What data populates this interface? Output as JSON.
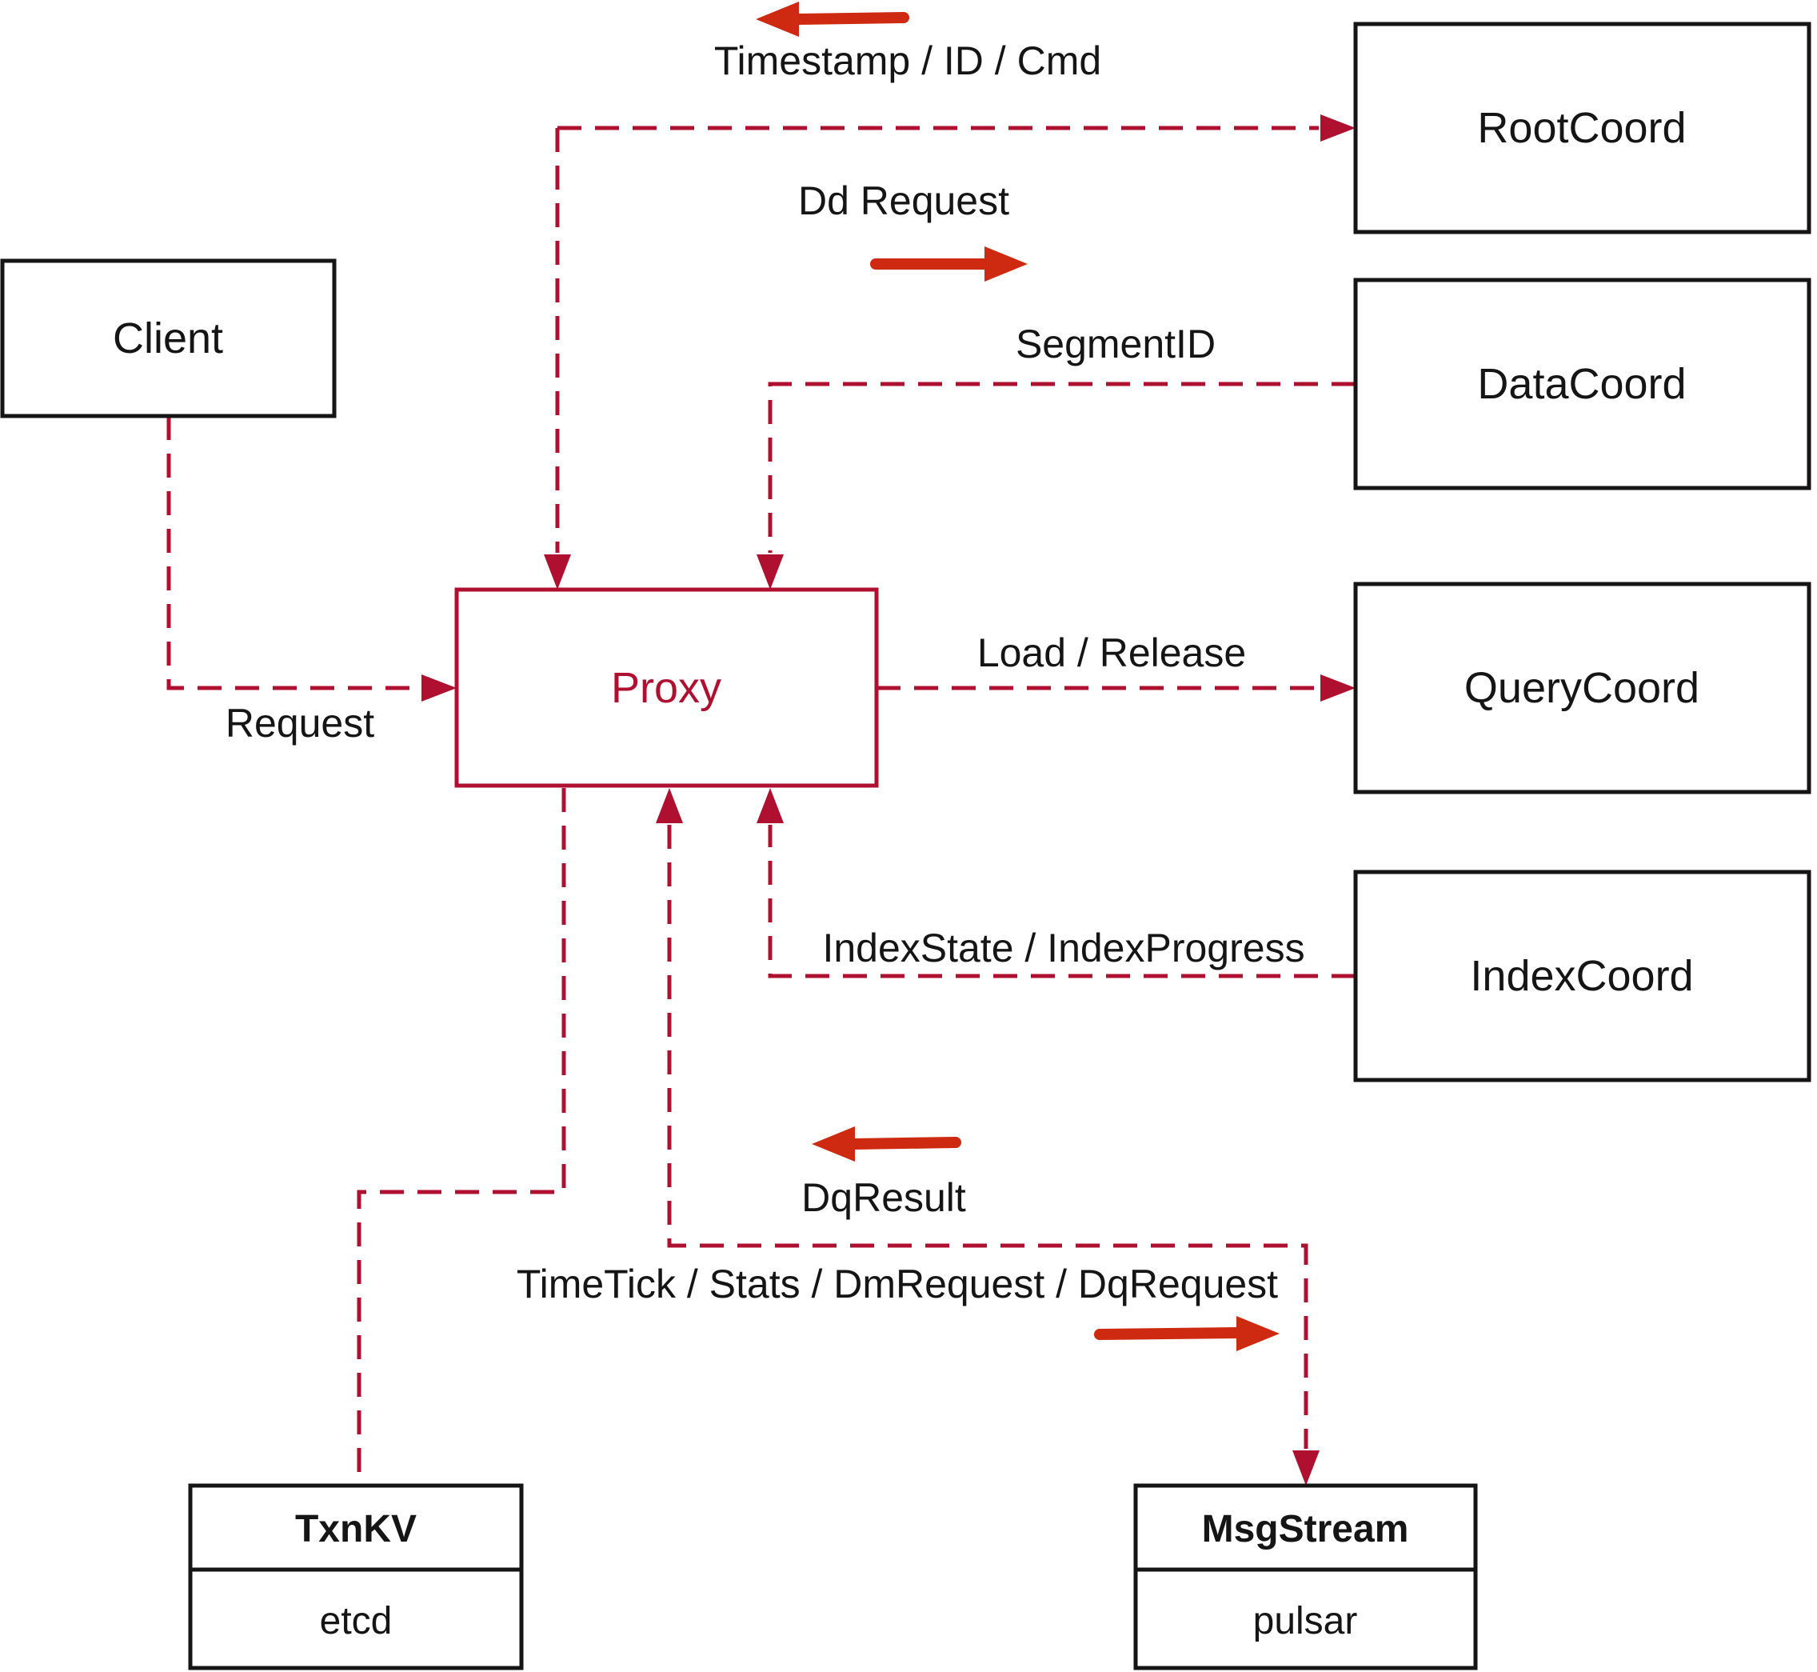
{
  "colors": {
    "dashed_line": "#b01030",
    "solid_arrow": "#cd2a11",
    "box_border": "#151515",
    "text": "#151515",
    "bg": "#ffffff"
  },
  "nodes": {
    "client": {
      "label": "Client"
    },
    "proxy": {
      "label": "Proxy"
    },
    "rootcoord": {
      "label": "RootCoord"
    },
    "datacoord": {
      "label": "DataCoord"
    },
    "querycoord": {
      "label": "QueryCoord"
    },
    "indexcoord": {
      "label": "IndexCoord"
    },
    "txnkv": {
      "title": "TxnKV",
      "subtitle": "etcd"
    },
    "msgstream": {
      "title": "MsgStream",
      "subtitle": "pulsar"
    }
  },
  "edges": {
    "request": {
      "label": "Request"
    },
    "timestamp": {
      "label": "Timestamp / ID / Cmd"
    },
    "dd_request": {
      "label": "Dd Request"
    },
    "segment_id": {
      "label": "SegmentID"
    },
    "load_release": {
      "label": "Load / Release"
    },
    "index_state": {
      "label": "IndexState / IndexProgress"
    },
    "dq_result": {
      "label": "DqResult"
    },
    "time_tick": {
      "label": "TimeTick / Stats / DmRequest / DqRequest"
    }
  }
}
